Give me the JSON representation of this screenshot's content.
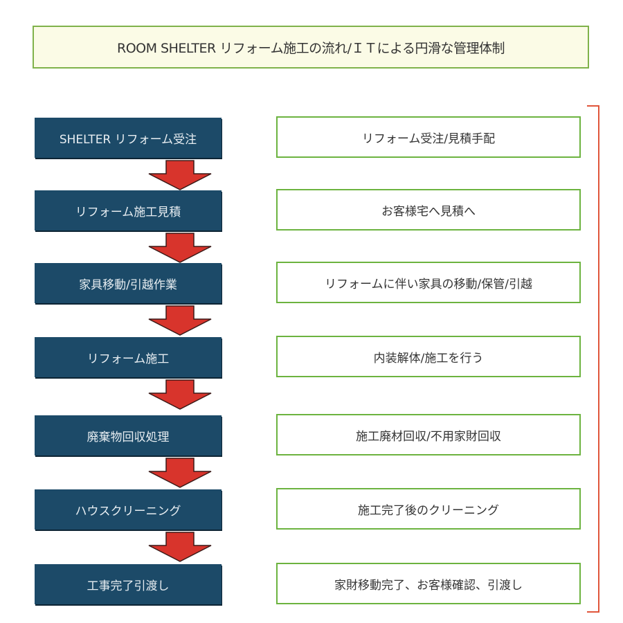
{
  "title": "ROOM SHELTER リフォーム施工の流れ/ＩＴによる円滑な管理体制",
  "steps": [
    {
      "label": "SHELTER リフォーム受注",
      "description": "リフォーム受注/見積手配"
    },
    {
      "label": "リフォーム施工見積",
      "description": "お客様宅へ見積へ"
    },
    {
      "label": "家具移動/引越作業",
      "description": "リフォームに伴い家具の移動/保管/引越"
    },
    {
      "label": "リフォーム施工",
      "description": "内装解体/施工を行う"
    },
    {
      "label": "廃棄物回収処理",
      "description": "施工廃材回収/不用家財回収"
    },
    {
      "label": "ハウスクリーニング",
      "description": "施工完了後のクリーニング"
    },
    {
      "label": "工事完了引渡し",
      "description": "家財移動完了、お客様確認、引渡し"
    }
  ],
  "colors": {
    "step_bg": "#1c4a68",
    "arrow": "#d8342c",
    "desc_border": "#6cb33f",
    "bracket": "#e0553a"
  }
}
